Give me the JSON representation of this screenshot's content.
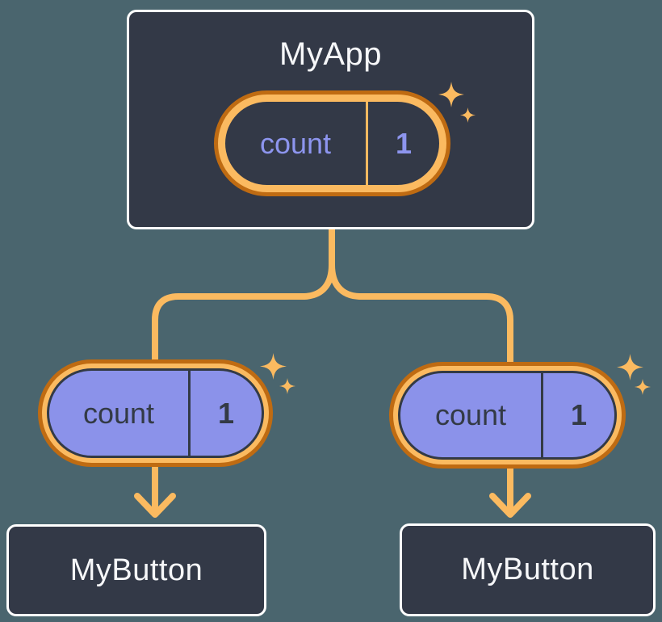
{
  "diagram": {
    "type": "component-state-tree",
    "root": {
      "title": "MyApp",
      "state": {
        "name": "count",
        "value": "1"
      }
    },
    "children": [
      {
        "title": "MyButton",
        "state": {
          "name": "count",
          "value": "1"
        }
      },
      {
        "title": "MyButton",
        "state": {
          "name": "count",
          "value": "1"
        }
      }
    ]
  },
  "colors": {
    "background": "#4A656E",
    "node_fill": "#333947",
    "node_border": "#FFFFFF",
    "node_text": "#F6F7F9",
    "orange_light": "#FBBA60",
    "orange_dark": "#BF6B12",
    "purple_fill": "#8B92EA",
    "purple_text": "#8D95EE",
    "dark_text": "#333A45"
  }
}
